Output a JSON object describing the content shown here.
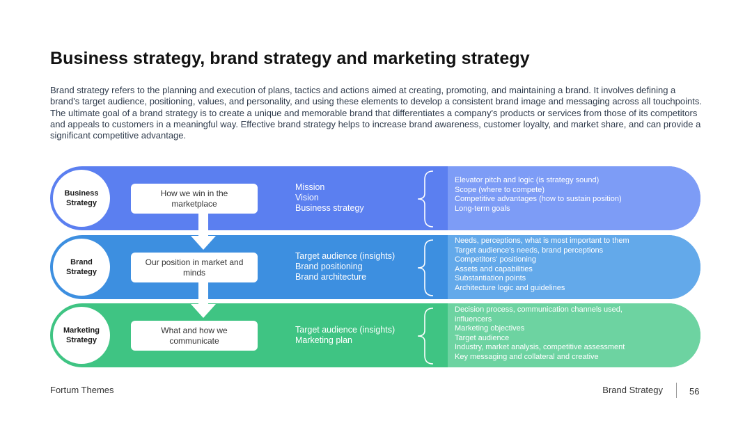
{
  "title": "Business strategy, brand strategy and marketing strategy",
  "intro": "Brand strategy refers to the planning and execution of plans, tactics and actions aimed at creating, promoting, and maintaining a brand. It involves defining a brand's target audience, positioning, values, and personality, and using these elements to develop a consistent brand image and messaging across all touchpoints. The ultimate goal of a brand strategy is to create a unique and memorable brand that differentiates a company's products or services from those of its competitors and appeals to customers in a meaningful way. Effective brand strategy helps to increase brand awareness, customer loyalty, and market share, and can provide a significant competitive advantage.",
  "rows": [
    {
      "label": "Business Strategy",
      "box": "How we win in the marketplace",
      "mid": [
        "Mission",
        "Vision",
        "Business strategy"
      ],
      "details": [
        "Elevator pitch and logic (is strategy sound)",
        "Scope (where to compete)",
        "Competitive advantages (how to sustain position)",
        "Long-term goals"
      ]
    },
    {
      "label": "Brand Strategy",
      "box": "Our position in market and minds",
      "mid": [
        "Target audience (insights)",
        "Brand positioning",
        "Brand architecture"
      ],
      "details": [
        "Needs, perceptions, what is most important to them",
        "Target audience's needs, brand perceptions",
        "Competitors' positioning",
        "Assets and capabilities",
        "Substantiation points",
        "Architecture logic and guidelines"
      ]
    },
    {
      "label": "Marketing Strategy",
      "box": "What and how we communicate",
      "mid": [
        "Target audience (insights)",
        "Marketing plan"
      ],
      "details": [
        "Decision process, communication channels used,",
        "influencers",
        "Marketing objectives",
        "Target audience",
        "Industry, market analysis, competitive assessment",
        "Key messaging and collateral and creative"
      ]
    }
  ],
  "footer": {
    "left": "Fortum Themes",
    "right": "Brand Strategy",
    "page": "56"
  },
  "colors": {
    "row1_dark": "#5b7ff0",
    "row1_light": "#7d9cf6",
    "row2_dark": "#3d8fe0",
    "row2_light": "#63a9ea",
    "row3_dark": "#3fc483",
    "row3_light": "#6dd3a1"
  }
}
